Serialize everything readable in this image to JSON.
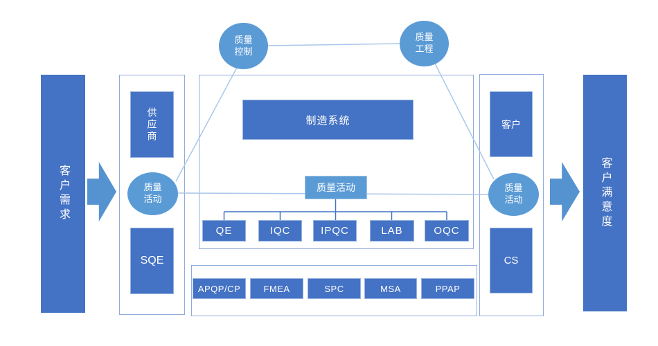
{
  "diagram": {
    "title_implicit": "质量管理体系流程图",
    "input_bar": {
      "label": "客户需求"
    },
    "output_bar": {
      "label": "客户满意度"
    },
    "top_circles": {
      "quality_control": {
        "label": "质量\n控制"
      },
      "quality_engineering": {
        "label": "质量\n工程"
      }
    },
    "supplier_column": {
      "supplier_box": {
        "label": "供应商"
      },
      "activity_circle": {
        "label": "质量\n活动"
      },
      "sqe_box": {
        "label": "SQE"
      }
    },
    "customer_column": {
      "customer_box": {
        "label": "客户"
      },
      "activity_circle": {
        "label": "质量\n活动"
      },
      "cs_box": {
        "label": "CS"
      }
    },
    "manufacturing": {
      "system_box": {
        "label": "制造系统"
      },
      "activity_box": {
        "label": "质量活动"
      },
      "departments": [
        "QE",
        "IQC",
        "IPQC",
        "LAB",
        "OQC"
      ]
    },
    "tools": [
      "APQP/CP",
      "FMEA",
      "SPC",
      "MSA",
      "PPAP"
    ]
  },
  "colors": {
    "accent_dark": "#4472C4",
    "accent_light": "#5B9BD5",
    "arrow_fill": "#5593D0",
    "container_border": "#8FAADC",
    "connector_light": "#A9C7E9",
    "connector_dark": "#4472C4",
    "text_on_shape": "#FFFFFF",
    "background": "#FFFFFF"
  }
}
